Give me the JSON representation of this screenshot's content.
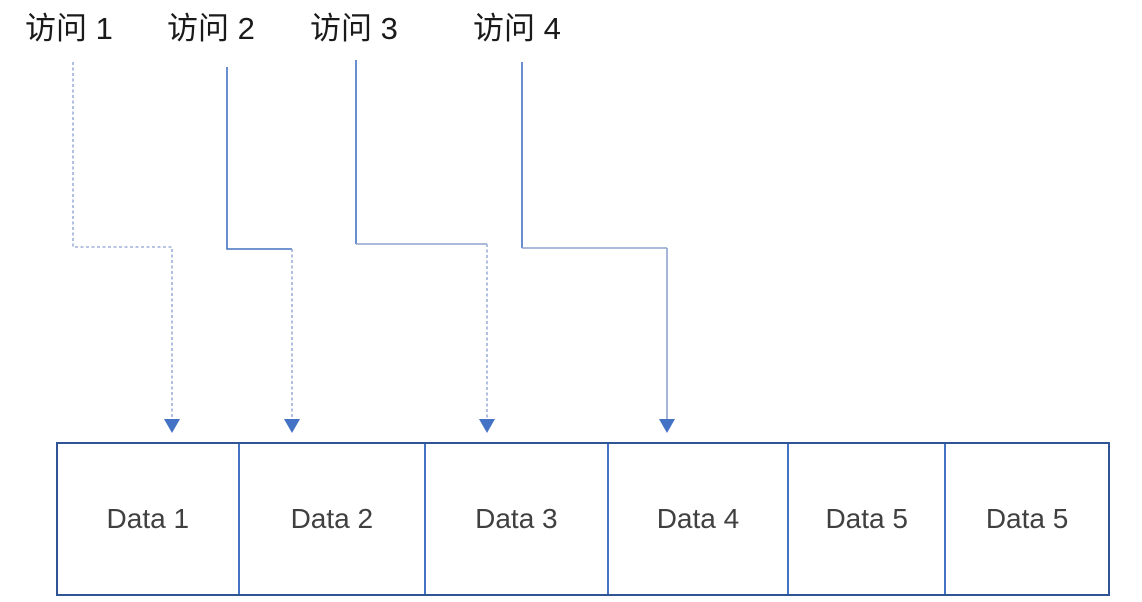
{
  "diagram": {
    "title_semantics": "memory-access-diagram",
    "access_labels": [
      {
        "text": "访问 1"
      },
      {
        "text": "访问 2"
      },
      {
        "text": "访问 3"
      },
      {
        "text": "访问 4"
      }
    ],
    "data_cells": [
      {
        "label": "Data 1"
      },
      {
        "label": "Data 2"
      },
      {
        "label": "Data 3"
      },
      {
        "label": "Data 4"
      },
      {
        "label": "Data 5"
      },
      {
        "label": "Data 5"
      }
    ],
    "colors": {
      "accent_blue": "#4472C4",
      "connector_medium": "#8FA3CF",
      "connector_light": "#9FB0D8",
      "box_border": "#2F5597",
      "label_text": "#1A1A1A",
      "cell_text": "#404040",
      "background": "#FFFFFF"
    }
  }
}
